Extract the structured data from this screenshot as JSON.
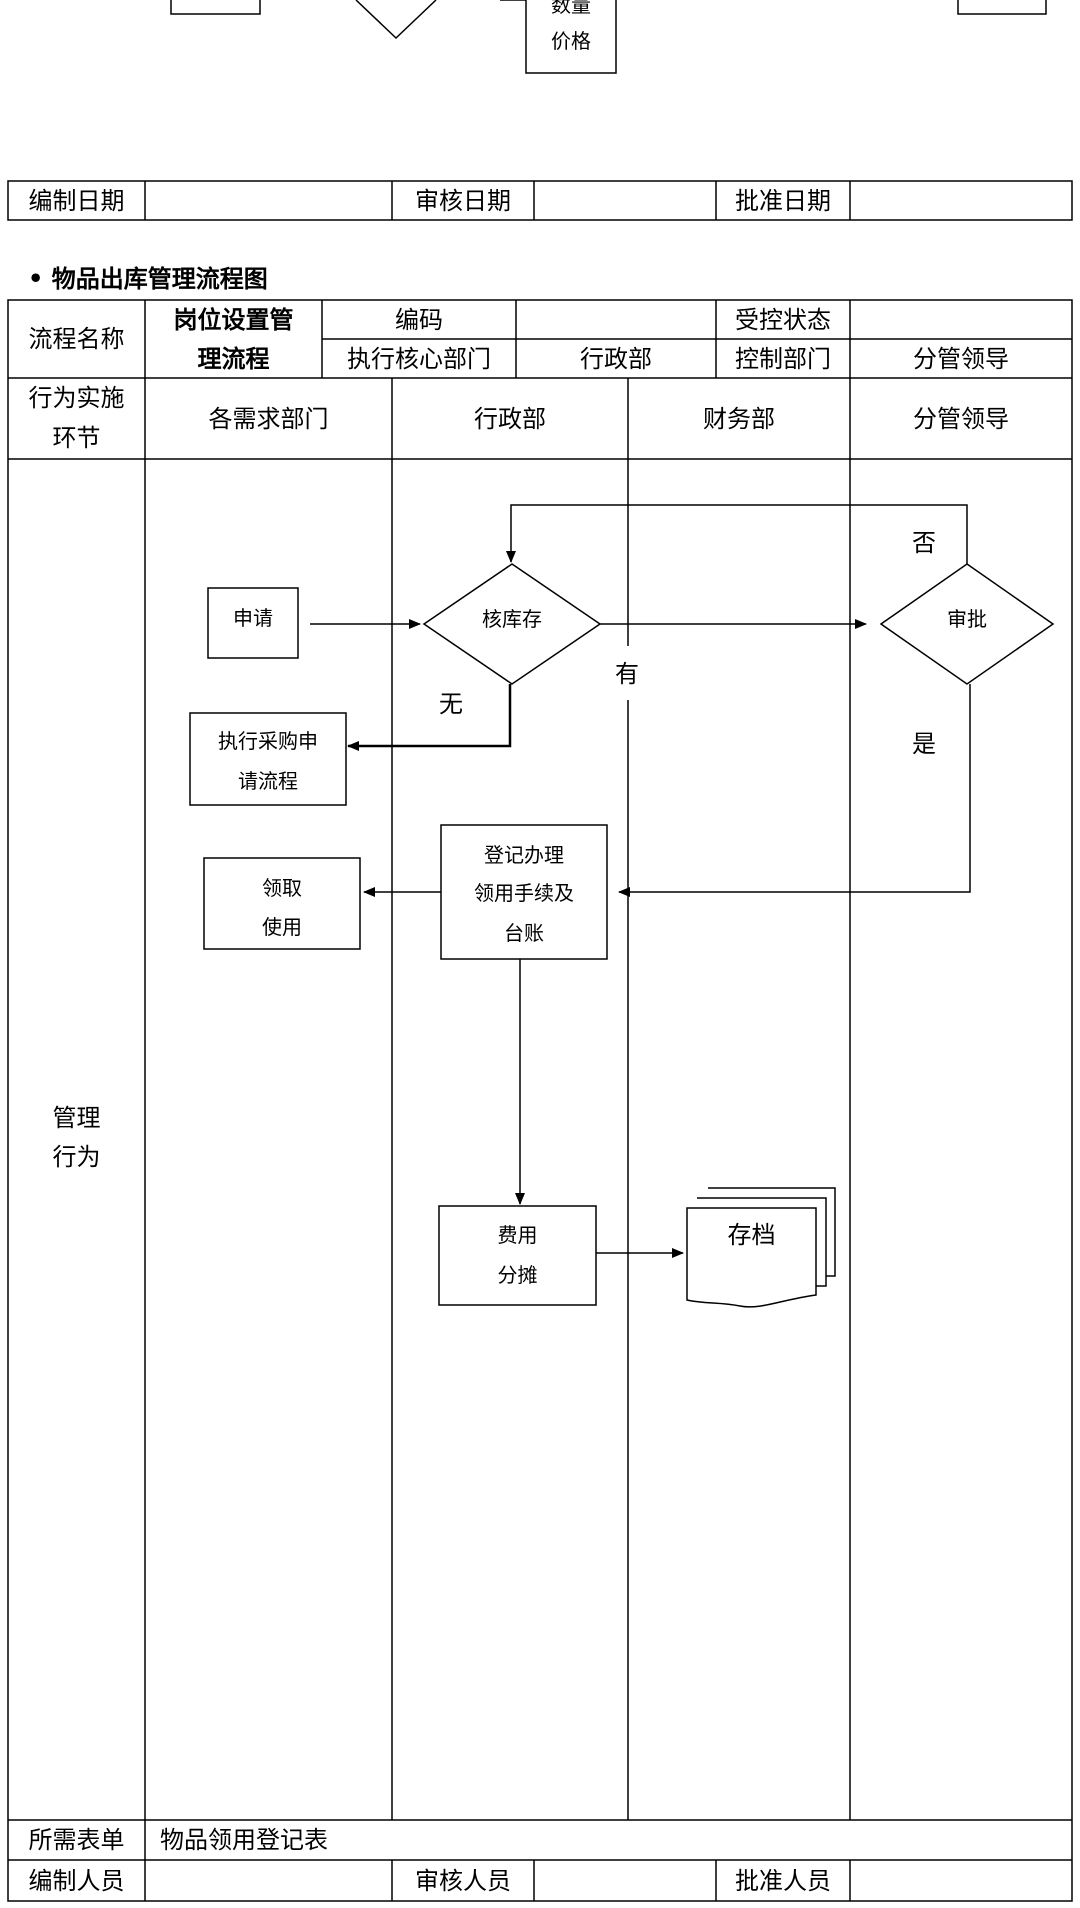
{
  "top_fragment": {
    "box_line1": "数量",
    "box_line2": "价格"
  },
  "date_row": {
    "compile_date_label": "编制日期",
    "review_date_label": "审核日期",
    "approve_date_label": "批准日期"
  },
  "section_title": "• 物品出库管理流程图",
  "header": {
    "process_name_label": "流程名称",
    "process_name_line1": "岗位设置管",
    "process_name_line2": "理流程",
    "code_label": "编码",
    "controlled_status_label": "受控状态",
    "exec_dept_label": "执行核心部门",
    "exec_dept_value": "行政部",
    "control_dept_label": "控制部门",
    "control_dept_value": "分管领导"
  },
  "lanes": {
    "row_label_line1": "行为实施",
    "row_label_line2": "环节",
    "lane1": "各需求部门",
    "lane2": "行政部",
    "lane3": "财务部",
    "lane4": "分管领导"
  },
  "mgmt_label_line1": "管理",
  "mgmt_label_line2": "行为",
  "flow": {
    "apply": "申请",
    "check_stock": "核库存",
    "approve": "审批",
    "no_label": "否",
    "yes_label": "是",
    "has_label": "有",
    "none_label": "无",
    "purchase_line1": "执行采购申",
    "purchase_line2": "请流程",
    "register_line1": "登记办理",
    "register_line2": "领用手续及",
    "register_line3": "台账",
    "receive_line1": "领取",
    "receive_line2": "使用",
    "cost_line1": "费用",
    "cost_line2": "分摊",
    "archive": "存档"
  },
  "footer": {
    "forms_label": "所需表单",
    "forms_value": "物品领用登记表",
    "compiler_label": "编制人员",
    "reviewer_label": "审核人员",
    "approver_label": "批准人员"
  }
}
